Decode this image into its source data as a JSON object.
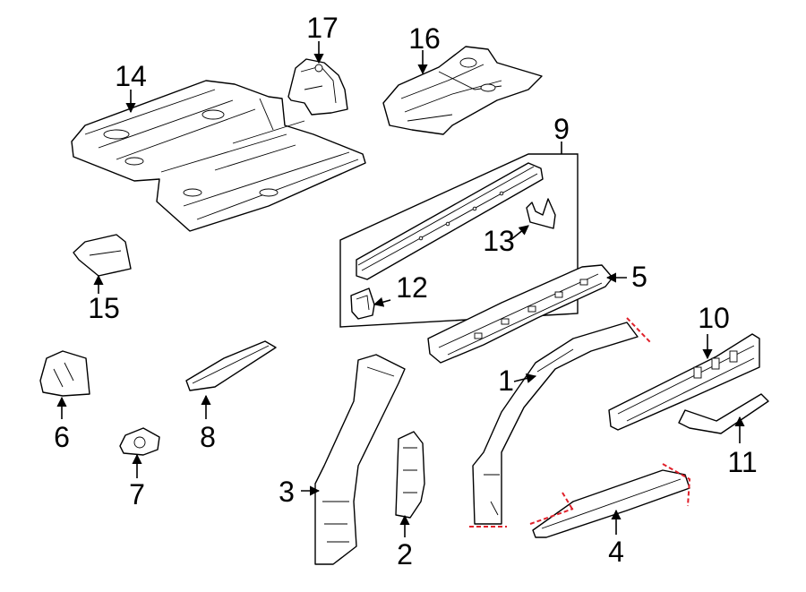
{
  "callouts": {
    "c1": "1",
    "c2": "2",
    "c3": "3",
    "c4": "4",
    "c5": "5",
    "c6": "6",
    "c7": "7",
    "c8": "8",
    "c9": "9",
    "c10": "10",
    "c11": "11",
    "c12": "12",
    "c13": "13",
    "c14": "14",
    "c15": "15",
    "c16": "16",
    "c17": "17"
  },
  "colors": {
    "line": "#000000",
    "cut_marks": "#e0202a",
    "background": "#ffffff"
  }
}
